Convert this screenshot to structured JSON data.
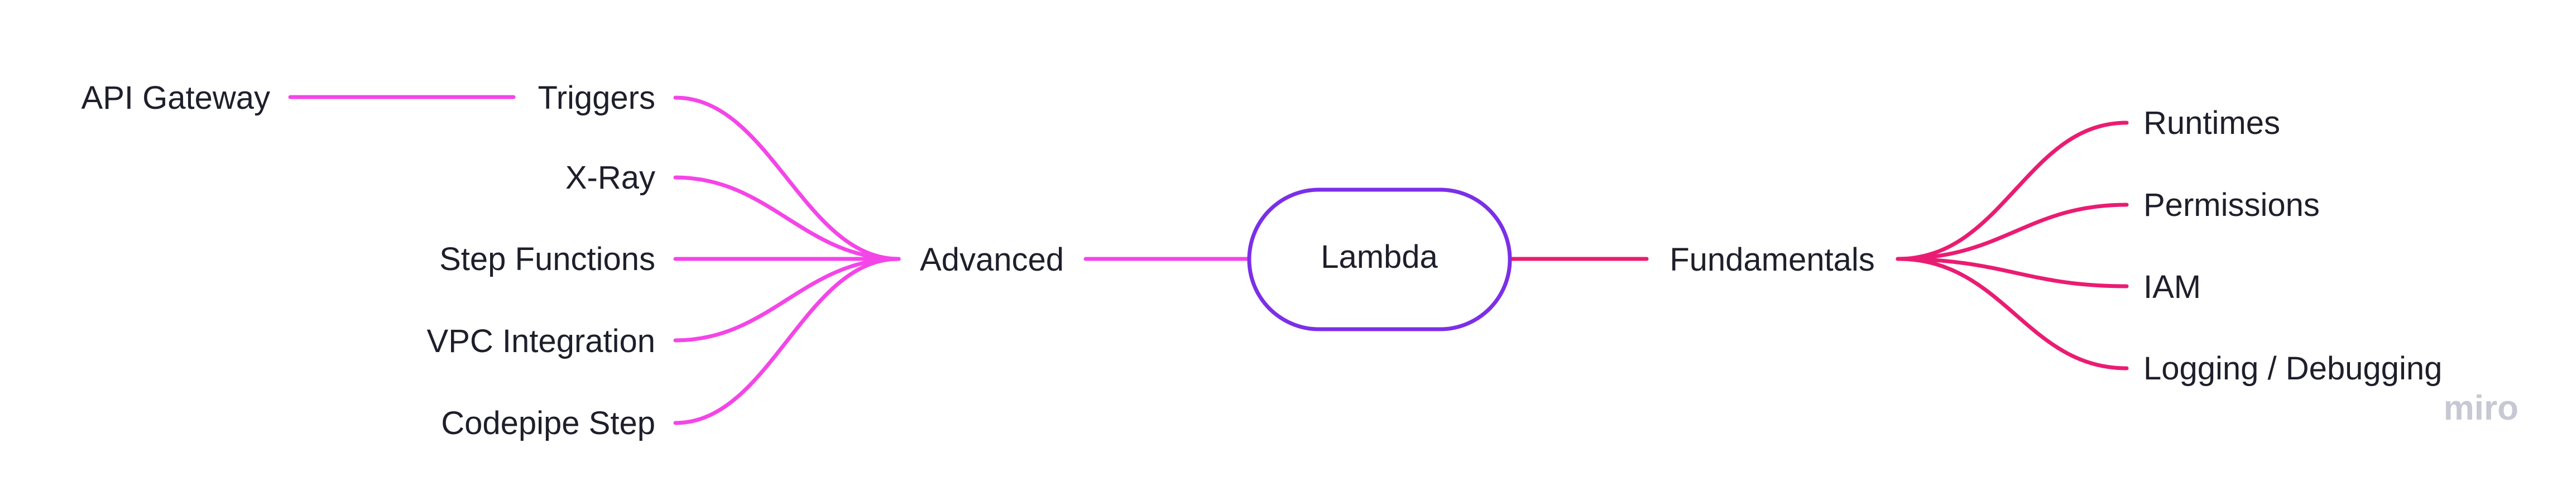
{
  "root": {
    "label": "Lambda",
    "color": "#7b2fe8"
  },
  "branches": {
    "advanced": {
      "label": "Advanced",
      "color": "#f445e8",
      "children": [
        "Triggers",
        "X-Ray",
        "Step Functions",
        "VPC Integration",
        "Codepipe Step"
      ],
      "triggers_child": "API Gateway"
    },
    "fundamentals": {
      "label": "Fundamentals",
      "color": "#ea1c72",
      "children": [
        "Runtimes",
        "Permissions",
        "IAM",
        "Logging / Debugging"
      ]
    }
  },
  "watermark": {
    "text": "miro",
    "color": "#c6c9d4"
  }
}
